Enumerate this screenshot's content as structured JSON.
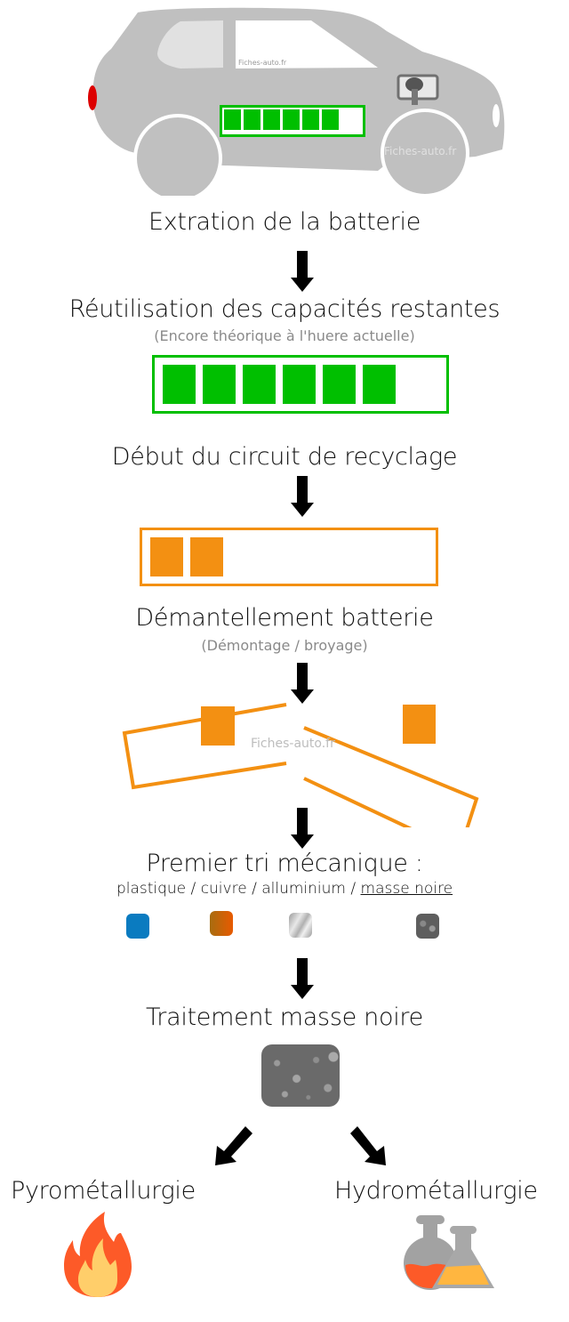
{
  "colors": {
    "green": "#00bf00",
    "orange": "#f39012",
    "car_body": "#c0c0c0",
    "text": "#111111",
    "subtext": "#8a8a8a",
    "arrow": "#000000"
  },
  "watermark": "Fiches-auto.fr",
  "car": {
    "battery_cells_filled": 6,
    "battery_cells_total": 7
  },
  "steps": {
    "extraction": {
      "title": "Extration de la batterie"
    },
    "reuse": {
      "title": "Réutilisation des capacités restantes",
      "subtitle": "(Encore théorique à l'huere actuelle)",
      "battery_cells_filled": 6,
      "battery_cells_total": 7
    },
    "recycling_start": {
      "title": "Début du circuit de recyclage",
      "battery_cells_filled": 2,
      "battery_cells_total": 7
    },
    "dismantling": {
      "title": "Démantellement batterie",
      "subtitle": "(Démontage / broyage)"
    },
    "sorting": {
      "title": "Premier tri mécanique :",
      "materials": [
        {
          "label": "plastique",
          "icon": "plastic-swatch-icon",
          "color": "#0a7bc0"
        },
        {
          "label": "cuivre",
          "icon": "copper-swatch-icon",
          "color": "#c86a10"
        },
        {
          "label": "alluminium",
          "icon": "aluminium-swatch-icon",
          "color": "#b5b5b5"
        },
        {
          "label": "masse noire",
          "icon": "black-mass-swatch-icon",
          "color": "#5a5a5a"
        }
      ],
      "separator": "/"
    },
    "black_mass": {
      "title": "Traitement masse noire"
    },
    "branches": [
      {
        "title": "Pyrométallurgie",
        "icon": "fire-icon"
      },
      {
        "title": "Hydrométallurgie",
        "icon": "lab-flasks-icon"
      }
    ]
  }
}
